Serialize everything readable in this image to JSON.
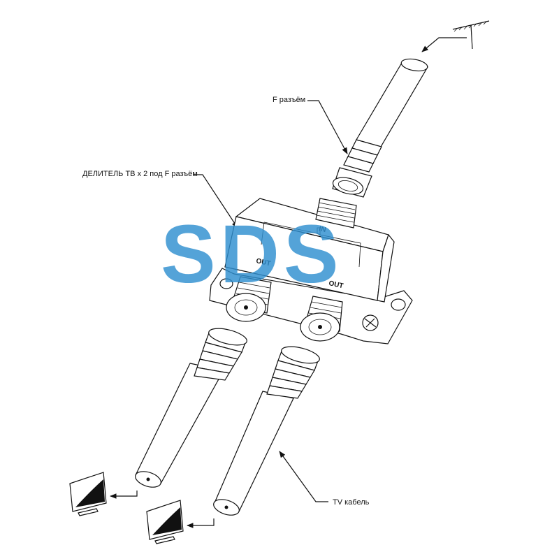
{
  "labels": {
    "f_connector": "F разъём",
    "splitter": "ДЕЛИТЕЛЬ ТВ x 2 под F разъём",
    "tv_cable": "TV кабель"
  },
  "ports": {
    "in": "IN",
    "out_left": "OUT",
    "out_right": "OUT"
  },
  "watermark": {
    "text": "SDS",
    "color": "#2e8fd0"
  }
}
